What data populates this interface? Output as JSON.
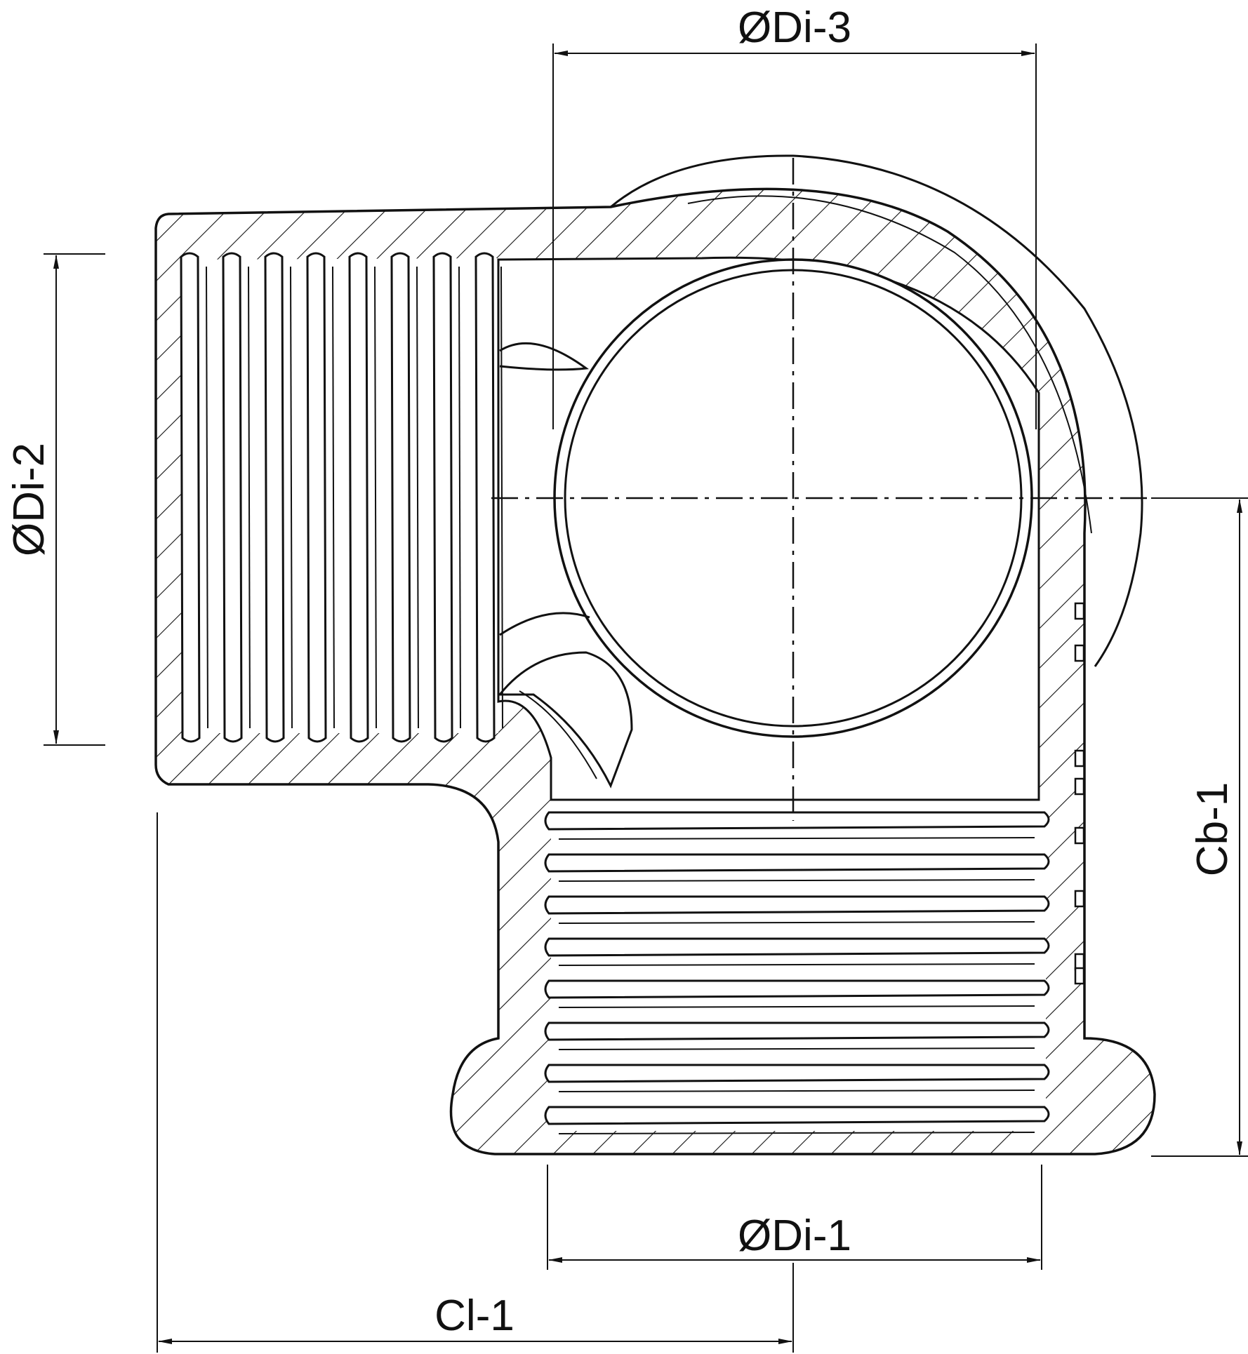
{
  "labels": {
    "di_1": "ØDi-1",
    "di_2": "ØDi-2",
    "di_3": "ØDi-3",
    "cb_1": "Cb-1",
    "cl_1": "Cl-1"
  },
  "colors": {
    "line": "#111111",
    "background": "#ffffff"
  }
}
